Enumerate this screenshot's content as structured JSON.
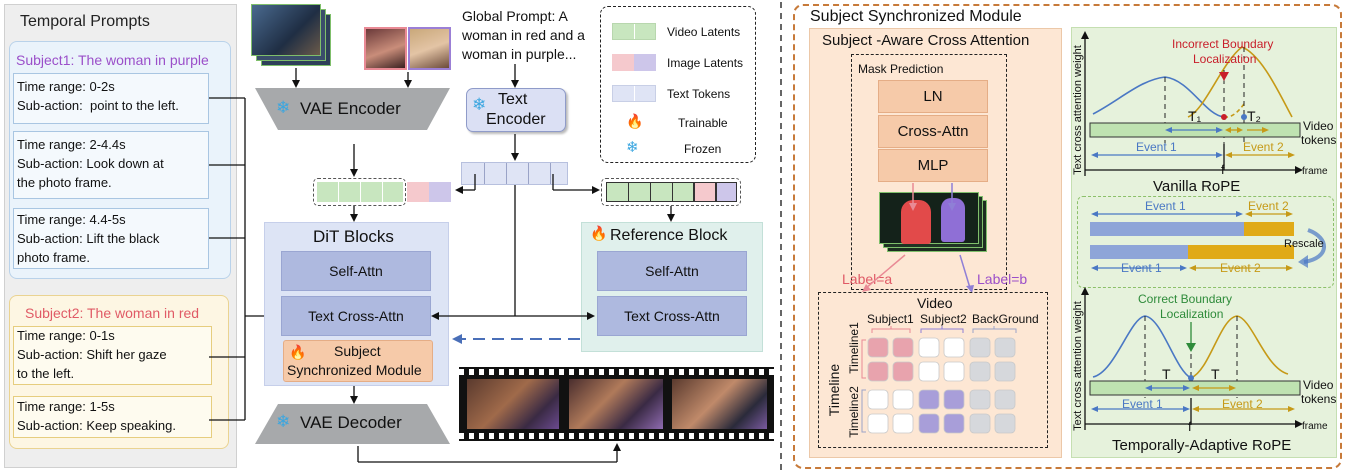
{
  "temporal": {
    "title": "Temporal Prompts",
    "subject1": {
      "heading": "Subject1: The woman in purple",
      "cards": [
        [
          "Time range: 0-2s",
          "Sub-action:  point to the left."
        ],
        [
          "Time range: 2-4.4s",
          "Sub-action: Look down at",
          "the photo frame."
        ],
        [
          "Time range: 4.4-5s",
          "Sub-action: Lift the black",
          "photo frame."
        ]
      ]
    },
    "subject2": {
      "heading": "Subject2: The woman in red",
      "cards": [
        [
          "Time range: 0-1s",
          "Sub-action: Shift her gaze",
          "to the left."
        ],
        [
          "Time range: 1-5s",
          "Sub-action: Keep speaking."
        ]
      ]
    }
  },
  "pipeline": {
    "global_prompt": [
      "Global Prompt: A",
      "woman in red and a",
      "woman in purple..."
    ],
    "vae_encoder": "VAE Encoder",
    "text_encoder": [
      "Text",
      "Encoder"
    ],
    "vae_decoder": "VAE Decoder",
    "dit_title": "DiT Blocks",
    "self_attn": "Self-Attn",
    "text_cross_attn": "Text Cross-Attn",
    "ssm": [
      "Subject",
      "Synchronized Module"
    ],
    "reference_title": "Reference Block"
  },
  "legend": {
    "items": [
      "Video Latents",
      "Image Latents",
      "Text Tokens",
      "Trainable",
      "Frozen"
    ]
  },
  "ssm_panel": {
    "title": "Subject Synchronized Module",
    "sac_title": "Subject -Aware Cross Attention",
    "mask_title": "Mask Prediction",
    "ln": "LN",
    "cross_attn": "Cross-Attn",
    "mlp": "MLP",
    "label_a": "Label=a",
    "label_b": "Label=b",
    "video": "Video",
    "columns": [
      "Subject1",
      "Subject2",
      "BackGround"
    ],
    "timeline": "Timeline",
    "timeline1": "Timeline1",
    "timeline2": "Timeline2"
  },
  "rope": {
    "top": {
      "incorrect": [
        "Incorrect Boundary",
        "Localization"
      ],
      "t1": "T₁",
      "t2": "T₂",
      "video_tokens": [
        "Video",
        "tokens"
      ],
      "event1": "Event 1",
      "event2": "Event 2",
      "f": "f",
      "frame": "frame",
      "ylabel": "Text cross attention weight",
      "caption": "Vanilla RoPE"
    },
    "rescale": {
      "event1_top": "Event 1",
      "event2_top": "Event 2",
      "event1_bottom": "Event 1",
      "event2_bottom": "Event 2",
      "rescale": "Rescale"
    },
    "bottom": {
      "correct": [
        "Correct Boundary",
        "Localization"
      ],
      "t": "T",
      "video_tokens": [
        "Video",
        "tokens"
      ],
      "event1": "Event 1",
      "event2": "Event 2",
      "f": "f",
      "frame": "frame",
      "ylabel": "Text cross attention weight",
      "caption": "Temporally-Adaptive RoPE"
    }
  },
  "colors": {
    "purple_text": "#9b4fc9",
    "red_text": "#e05a66",
    "subject1_bg": "#eaf3fb",
    "subject2_bg": "#fdf6e3",
    "video_latent": "#c8e6bf",
    "image_latent_red": "#f5c9cd",
    "image_latent_purple": "#cdc6ea",
    "text_token": "#dfe4f5",
    "dit_bg": "#dde4f5",
    "ref_bg": "#e0f0ec",
    "ssm_panel_bg": "#fde7d4",
    "rope_bg": "#e6f2dc",
    "event_blue": "#4a78c4",
    "event_gold": "#c69a17",
    "incorrect_red": "#c81e2a",
    "correct_green": "#2e8b3a"
  }
}
